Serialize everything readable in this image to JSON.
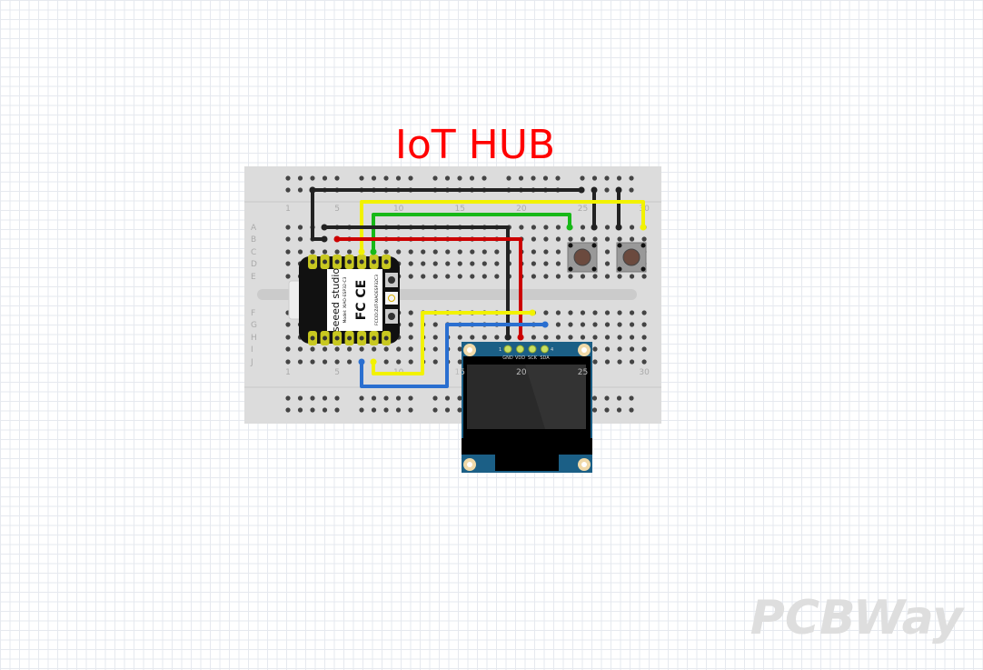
{
  "title": "IoT HUB",
  "breadboard": {
    "row_letters_top": [
      "A",
      "B",
      "C",
      "D",
      "E"
    ],
    "row_letters_bottom": [
      "F",
      "G",
      "H",
      "I",
      "J"
    ],
    "column_numbers": [
      "1",
      "5",
      "10",
      "15",
      "20",
      "25",
      "30"
    ]
  },
  "mcu": {
    "brand": "seeed studio",
    "model": "Model: XIAO-ESP32-C3",
    "fcc": "FCCID:Z4T-XIAOESP32C3"
  },
  "oled": {
    "pins": [
      "GND",
      "VDD",
      "SCK",
      "SDA"
    ],
    "pin_first": "1",
    "pin_last": "4"
  },
  "wire_colors": {
    "black": "#222222",
    "red": "#cc0000",
    "yellow": "#f2f200",
    "green": "#18b818",
    "blue": "#2a6fd0"
  },
  "watermark": "PCBWay"
}
